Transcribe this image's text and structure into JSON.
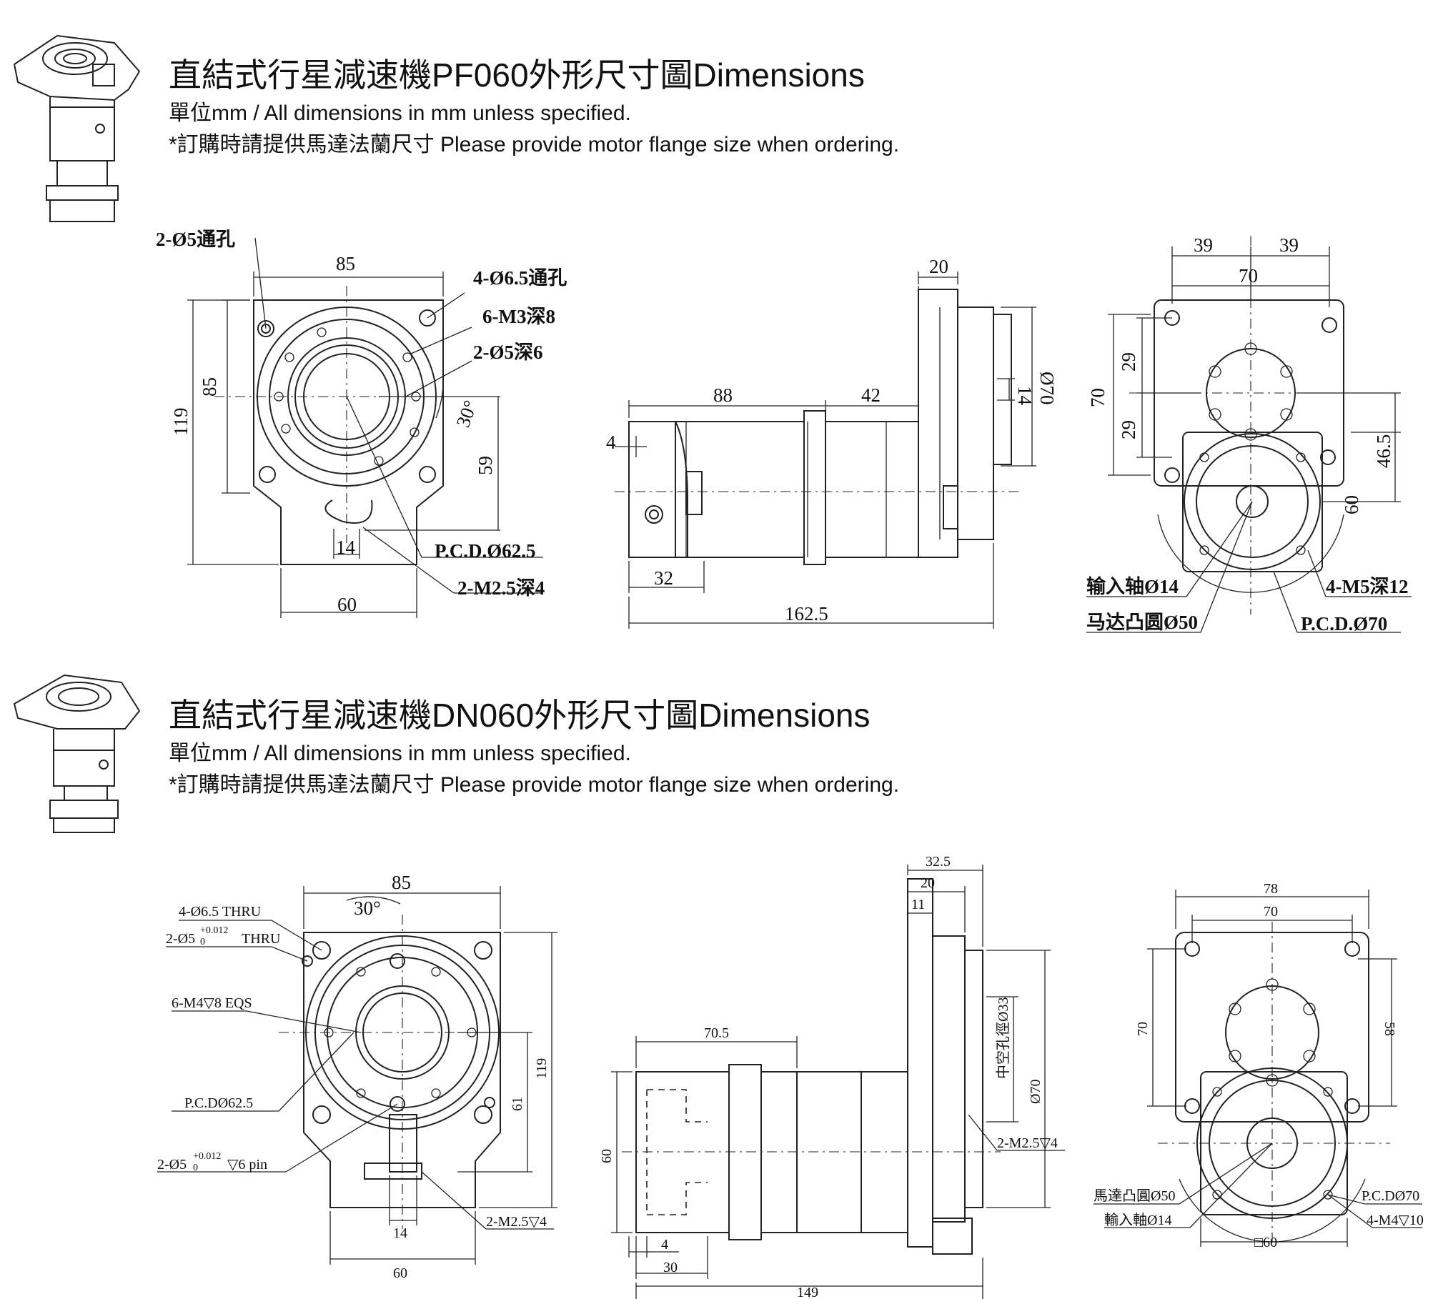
{
  "pf": {
    "title": "直結式行星減速機PF060外形尺寸圖Dimensions",
    "unit": "單位mm / All dimensions in mm unless specified.",
    "note": "*訂購時請提供馬達法蘭尺寸 Please provide motor flange size when ordering.",
    "front": {
      "c_holes2": "2-Ø5通孔",
      "c_holes4": "4-Ø6.5通孔",
      "c_m3": "6-M3深8",
      "c_pin": "2-Ø5深6",
      "c_pcd": "P.C.D.Ø62.5",
      "c_m25": "2-M2.5深4",
      "d85w": "85",
      "d85h": "85",
      "d119": "119",
      "d30": "30°",
      "d59": "59",
      "d14": "14",
      "d60": "60"
    },
    "side": {
      "d20": "20",
      "d88": "88",
      "d42": "42",
      "d4": "4",
      "d14": "14",
      "d70": "Ø70",
      "d32": "32",
      "d1625": "162.5"
    },
    "rear": {
      "d39a": "39",
      "d39b": "39",
      "d70w": "70",
      "d70h": "70",
      "d29a": "29",
      "d29b": "29",
      "d465": "46.5",
      "d60": "60",
      "c_input": "输入轴Ø14",
      "c_boss": "马达凸圆Ø50",
      "c_m5": "4-M5深12",
      "c_pcd": "P.C.D.Ø70"
    }
  },
  "dn": {
    "title": "直結式行星減速機DN060外形尺寸圖Dimensions",
    "unit": "單位mm / All dimensions in mm unless specified.",
    "note": "*訂購時請提供馬達法蘭尺寸 Please provide motor flange size when ordering.",
    "front": {
      "d85": "85",
      "d30": "30°",
      "c_thru4": "4-Ø6.5 THRU",
      "c_thru2": "2-Ø5",
      "c_tol_top": "+0.012",
      "c_tol_bot": "0",
      "c_thru2_tail": "THRU",
      "c_m4": "6-M4▽8 EQS",
      "c_pcd": "P.C.DØ62.5",
      "c_pin": "2-Ø5",
      "c_pin_tol_top": "+0.012",
      "c_pin_tol_bot": "0",
      "c_pin_tail": "▽6 pin",
      "c_m25": "2-M2.5▽4",
      "d119": "119",
      "d61": "61",
      "d14": "14",
      "d60": "60"
    },
    "side": {
      "d325": "32.5",
      "d20": "20",
      "d11": "11",
      "d705": "70.5",
      "d60": "60",
      "d4": "4",
      "d30": "30",
      "d149": "149",
      "d33": "中空孔徑Ø33",
      "d70": "Ø70",
      "c_m25": "2-M2.5▽4"
    },
    "rear": {
      "d78": "78",
      "d70w": "70",
      "d70h": "70",
      "d58": "58",
      "d60": "□60",
      "c_boss": "馬達凸圓Ø50",
      "c_input": "輸入軸Ø14",
      "c_pcd": "P.C.DØ70",
      "c_m4": "4-M4▽10"
    }
  }
}
